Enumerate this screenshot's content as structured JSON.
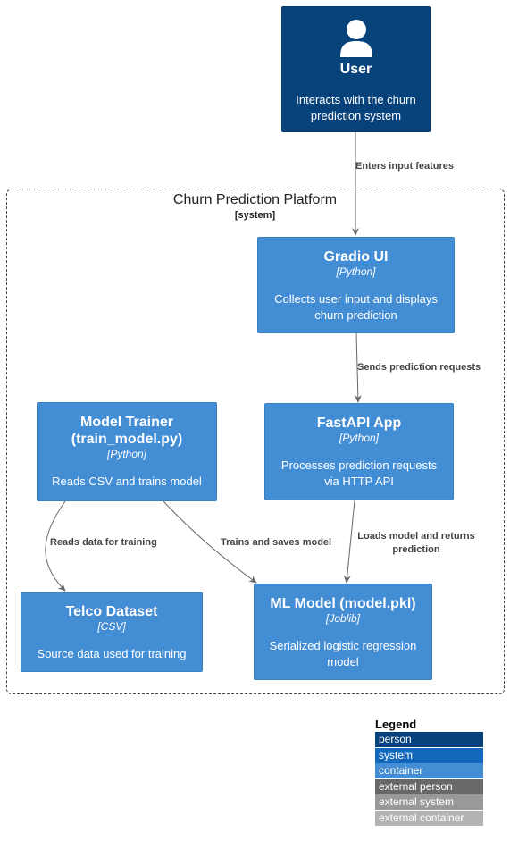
{
  "person": {
    "name": "User",
    "description": "Interacts with the churn prediction system"
  },
  "boundary": {
    "title": "Churn Prediction Platform",
    "type": "[system]"
  },
  "containers": {
    "gradio": {
      "name": "Gradio UI",
      "tech": "[Python]",
      "description": "Collects user input and displays churn prediction"
    },
    "fastapi": {
      "name": "FastAPI App",
      "tech": "[Python]",
      "description": "Processes prediction requests via HTTP API"
    },
    "trainer": {
      "name": "Model Trainer (train_model.py)",
      "tech": "[Python]",
      "description": "Reads CSV and trains model"
    },
    "dataset": {
      "name": "Telco Dataset",
      "tech": "[CSV]",
      "description": "Source data used for training"
    },
    "model": {
      "name": "ML Model (model.pkl)",
      "tech": "[Joblib]",
      "description": "Serialized logistic regression model"
    }
  },
  "relations": {
    "user_gradio": "Enters input features",
    "gradio_fastapi": "Sends prediction requests",
    "fastapi_model": "Loads model and returns prediction",
    "trainer_dataset": "Reads data for training",
    "trainer_model": "Trains and saves model"
  },
  "legend": {
    "title": "Legend",
    "items": [
      {
        "label": "person",
        "color": "#08427b"
      },
      {
        "label": "system",
        "color": "#1168bd"
      },
      {
        "label": "container",
        "color": "#438dd5"
      },
      {
        "label": "external person",
        "color": "#686868"
      },
      {
        "label": "external system",
        "color": "#999999"
      },
      {
        "label": "external container",
        "color": "#b3b3b3"
      }
    ]
  }
}
